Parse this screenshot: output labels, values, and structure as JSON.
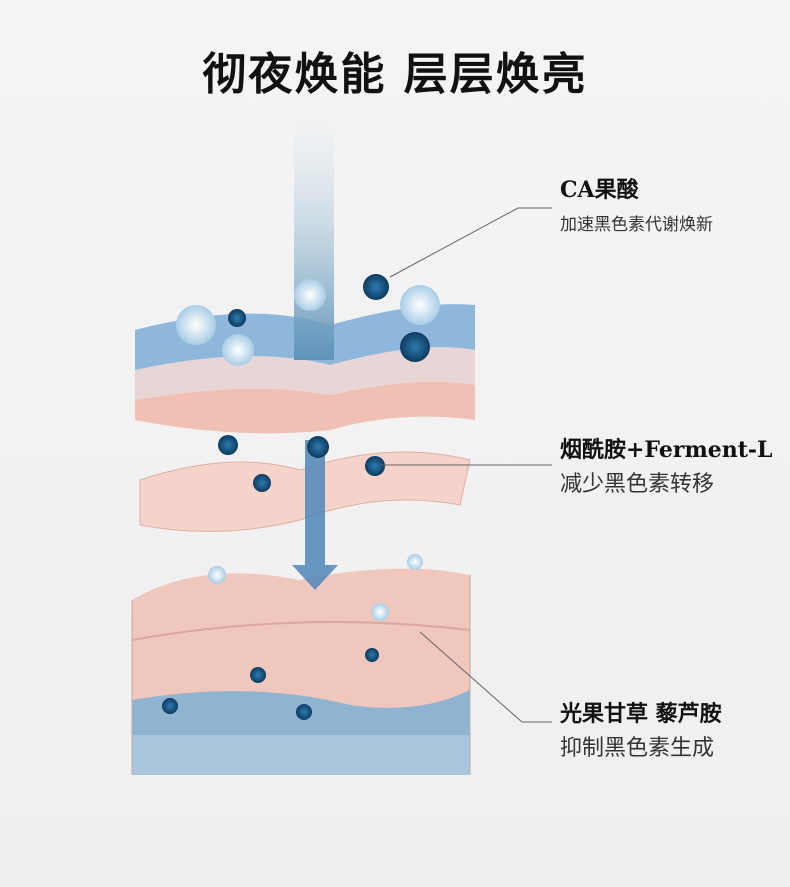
{
  "title": "彻夜焕能  层层焕亮",
  "callouts": [
    {
      "heading": "CA果酸",
      "sub": "加速黑色素代谢焕新"
    },
    {
      "heading": "烟酰胺+Ferment-L",
      "sub": "减少黑色素转移"
    },
    {
      "heading": "光果甘草 藜芦胺",
      "sub": "抑制黑色素生成"
    }
  ],
  "colors": {
    "blue": "#4f86b8",
    "pink": "#f2c4bc",
    "dark_molecule": "#134a75"
  }
}
